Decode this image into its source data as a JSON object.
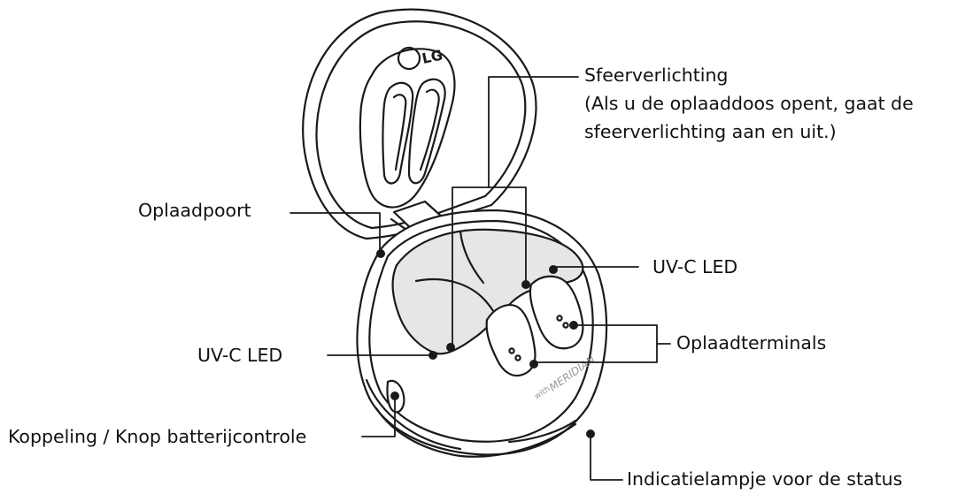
{
  "labels": {
    "sfeer_title": "Sfeerverlichting",
    "sfeer_desc_1": "(Als u de oplaaddoos opent, gaat de",
    "sfeer_desc_2": "sfeerverlichting aan en uit.)",
    "oplaadpoort": "Oplaadpoort",
    "uvc_right": "UV-C LED",
    "uvc_left": "UV-C LED",
    "oplaadterminals": "Oplaadterminals",
    "koppeling": "Koppeling / Knop batterijcontrole",
    "indicatie": "Indicatielampje voor de status"
  },
  "brand": {
    "lid_logo": "LG",
    "with": "with",
    "meridian": "MERIDIAN"
  },
  "colors": {
    "line": "#1a1a1a",
    "tray": "#e6e6e6",
    "body": "#ffffff"
  }
}
